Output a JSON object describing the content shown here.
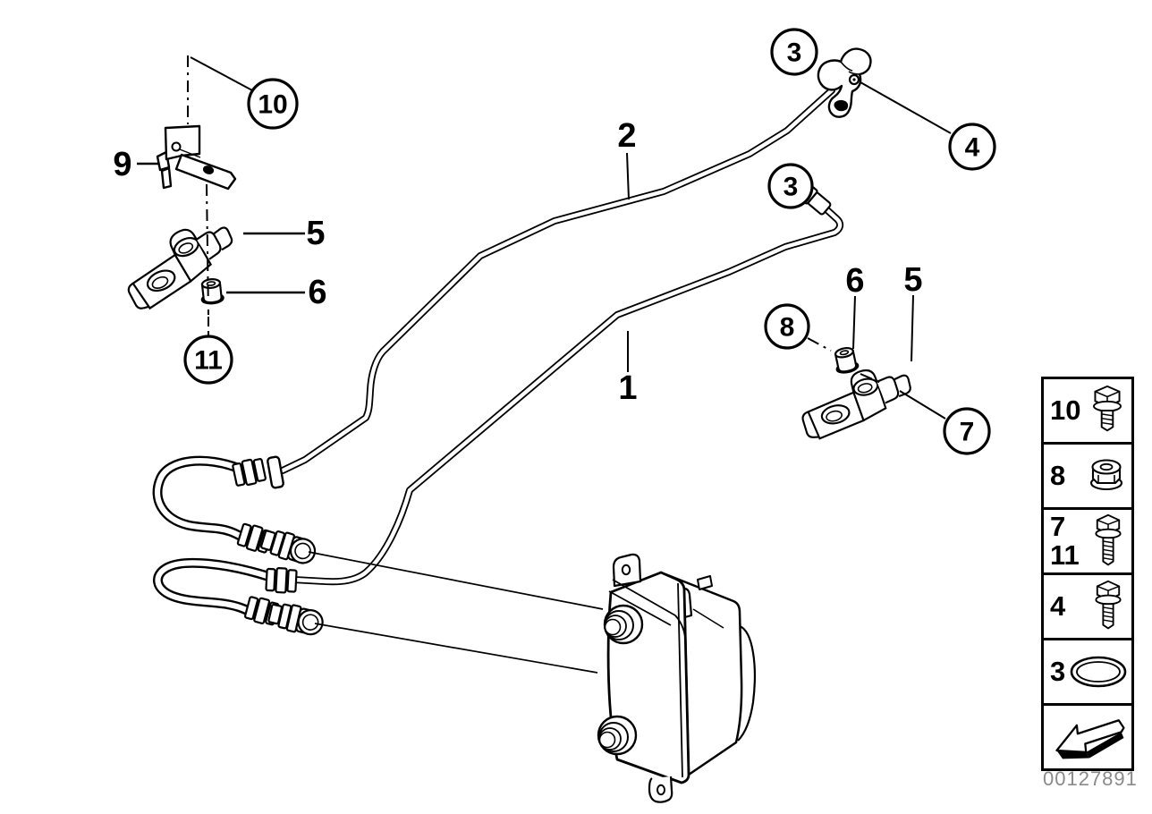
{
  "diagram": {
    "description": "exploded-parts-diagram-transmission-oil-cooler-line",
    "image_number": "00127891",
    "colors": {
      "line": "#000000",
      "background": "#ffffff",
      "image_number_text": "#8a8a8a"
    },
    "labels": {
      "pipe_lower": "1",
      "pipe_upper": "2",
      "bracket": "9",
      "clamp_left": "5",
      "bushing_left": "6",
      "bushing_right": "6",
      "clamp_right": "5"
    },
    "callouts": {
      "bolt_bracket": "10",
      "bolt_clamp_left": "11",
      "oring_upper": "3",
      "bolt_retainer": "4",
      "oring_lower": "3",
      "nut_clamp_right": "8",
      "bolt_clamp_right": "7"
    },
    "legend": {
      "rows": [
        {
          "numbers": [
            "10"
          ],
          "icon": "hex-flange-bolt-icon"
        },
        {
          "numbers": [
            "8"
          ],
          "icon": "hex-flange-nut-icon"
        },
        {
          "numbers": [
            "7",
            "11"
          ],
          "icon": "hex-flange-bolt-long-icon"
        },
        {
          "numbers": [
            "4"
          ],
          "icon": "hex-flange-bolt-icon"
        },
        {
          "numbers": [
            "3"
          ],
          "icon": "o-ring-icon"
        },
        {
          "numbers": [],
          "icon": "direction-arrow-icon"
        }
      ]
    }
  }
}
